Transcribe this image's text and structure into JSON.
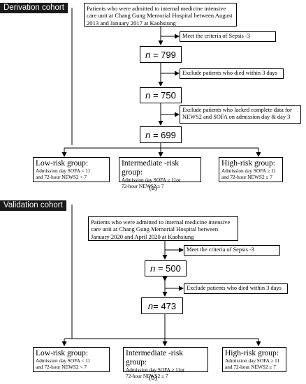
{
  "panel_a": {
    "cohort_label": "Derivation cohort",
    "top_box": "Patients who were admitted to internal medicine intensive care unit at Chang Gung Memorial Hospital between August 2013 and January 2017 at Kaohsiung",
    "criteria": "Meet the criteria of Sepsis -3",
    "n1_prefix": "n",
    "n1_value": "= 799",
    "exclude1": "Exclude patients who died within 3 days",
    "n2_prefix": "n",
    "n2_value": "= 750",
    "exclude2": "Exclude patients who lacked complete data for NEWS2 and SOFA on admission day & day 3",
    "n3_prefix": "n",
    "n3_value": "= 699",
    "low_title": "Low-risk group:",
    "low_line1": "Admission day SOFA < 11",
    "low_line2": "and 72-hour NEWS2 < 7",
    "mid_title": "Intermediate -risk group:",
    "mid_line1": "Admission day SOFA ≥ 11or",
    "mid_line2": "72-hour NEWS2 ≥ 7",
    "high_title": "High-risk group:",
    "high_line1": "Admission day SOFA ≥ 11",
    "high_line2": "and 72-hour NEWS2 ≥ 7",
    "caption": "(a)"
  },
  "panel_b": {
    "cohort_label": "Validation cohort",
    "top_box": "Patients who were admitted to internal medicine intensive care unit at Chang Gung Memorial Hospital between January 2020 and April 2020 at Kaohsiung",
    "criteria": "Meet the criteria of Sepsis -3",
    "n1_prefix": "n",
    "n1_value": "= 500",
    "exclude1": "Exclude patients who died within 3 days",
    "n2_prefix": "n",
    "n2_value": "= 473",
    "low_title": "Low-risk group:",
    "low_line1": "Admission day SOFA < 11",
    "low_line2": "and 72-hour NEWS2 < 7",
    "mid_title": "Intermediate -risk group:",
    "mid_line1": "Admission day SOFA ≥ 11or",
    "mid_line2": "72-hour NEWS2 ≥ 7",
    "high_title": "High-risk group:",
    "high_line1": "Admission day SOFA ≥ 11",
    "high_line2": "and 72-hour NEWS2 ≥ 7",
    "caption": "(b)"
  }
}
